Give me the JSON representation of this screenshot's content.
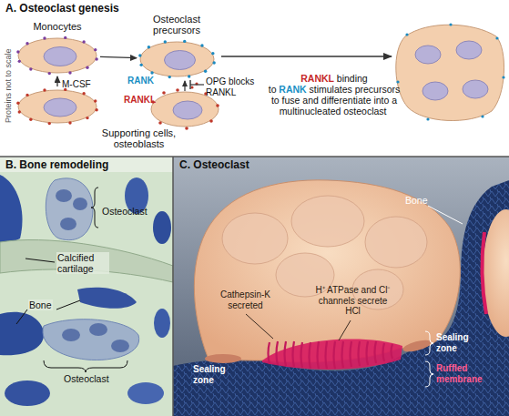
{
  "diagram": {
    "nodes": [
      {
        "text": [
          "A. Osteoclast genesis"
        ]
      },
      {
        "text": [
          "Monocytes"
        ],
        "in": 0
      },
      {
        "text": [
          "Osteoclast precursors"
        ],
        "in": 0
      },
      {
        "text": [
          "Supporting cells, osteoblasts"
        ],
        "in": 0
      },
      {
        "text": [
          "B. Bone remodeling"
        ]
      },
      {
        "text": [
          "C. Osteoclast"
        ]
      }
    ],
    "edges": [
      {
        "from": 1,
        "to": 2,
        "arrow": "to"
      },
      {
        "from": 3,
        "to": 1,
        "label": "M-CSF",
        "arrow": "to"
      }
    ],
    "labels": [
      "Proteins not to scale",
      "RANK",
      "RANKL",
      "OPG blocks RANKL",
      "RANKL",
      "binding to",
      "RANK",
      "stimulates precursors to fuse and differentiate into a multinucleated osteoclast",
      "Osteoclast",
      "Calcified cartilage",
      "Bone",
      "Osteoclast",
      "Bone",
      "Cathepsin-K secreted",
      "H⁺ ATPase and Cl⁻ channels secrete HCl",
      "Sealing zone",
      "Ruffled membrane",
      "Sealing zone"
    ]
  }
}
